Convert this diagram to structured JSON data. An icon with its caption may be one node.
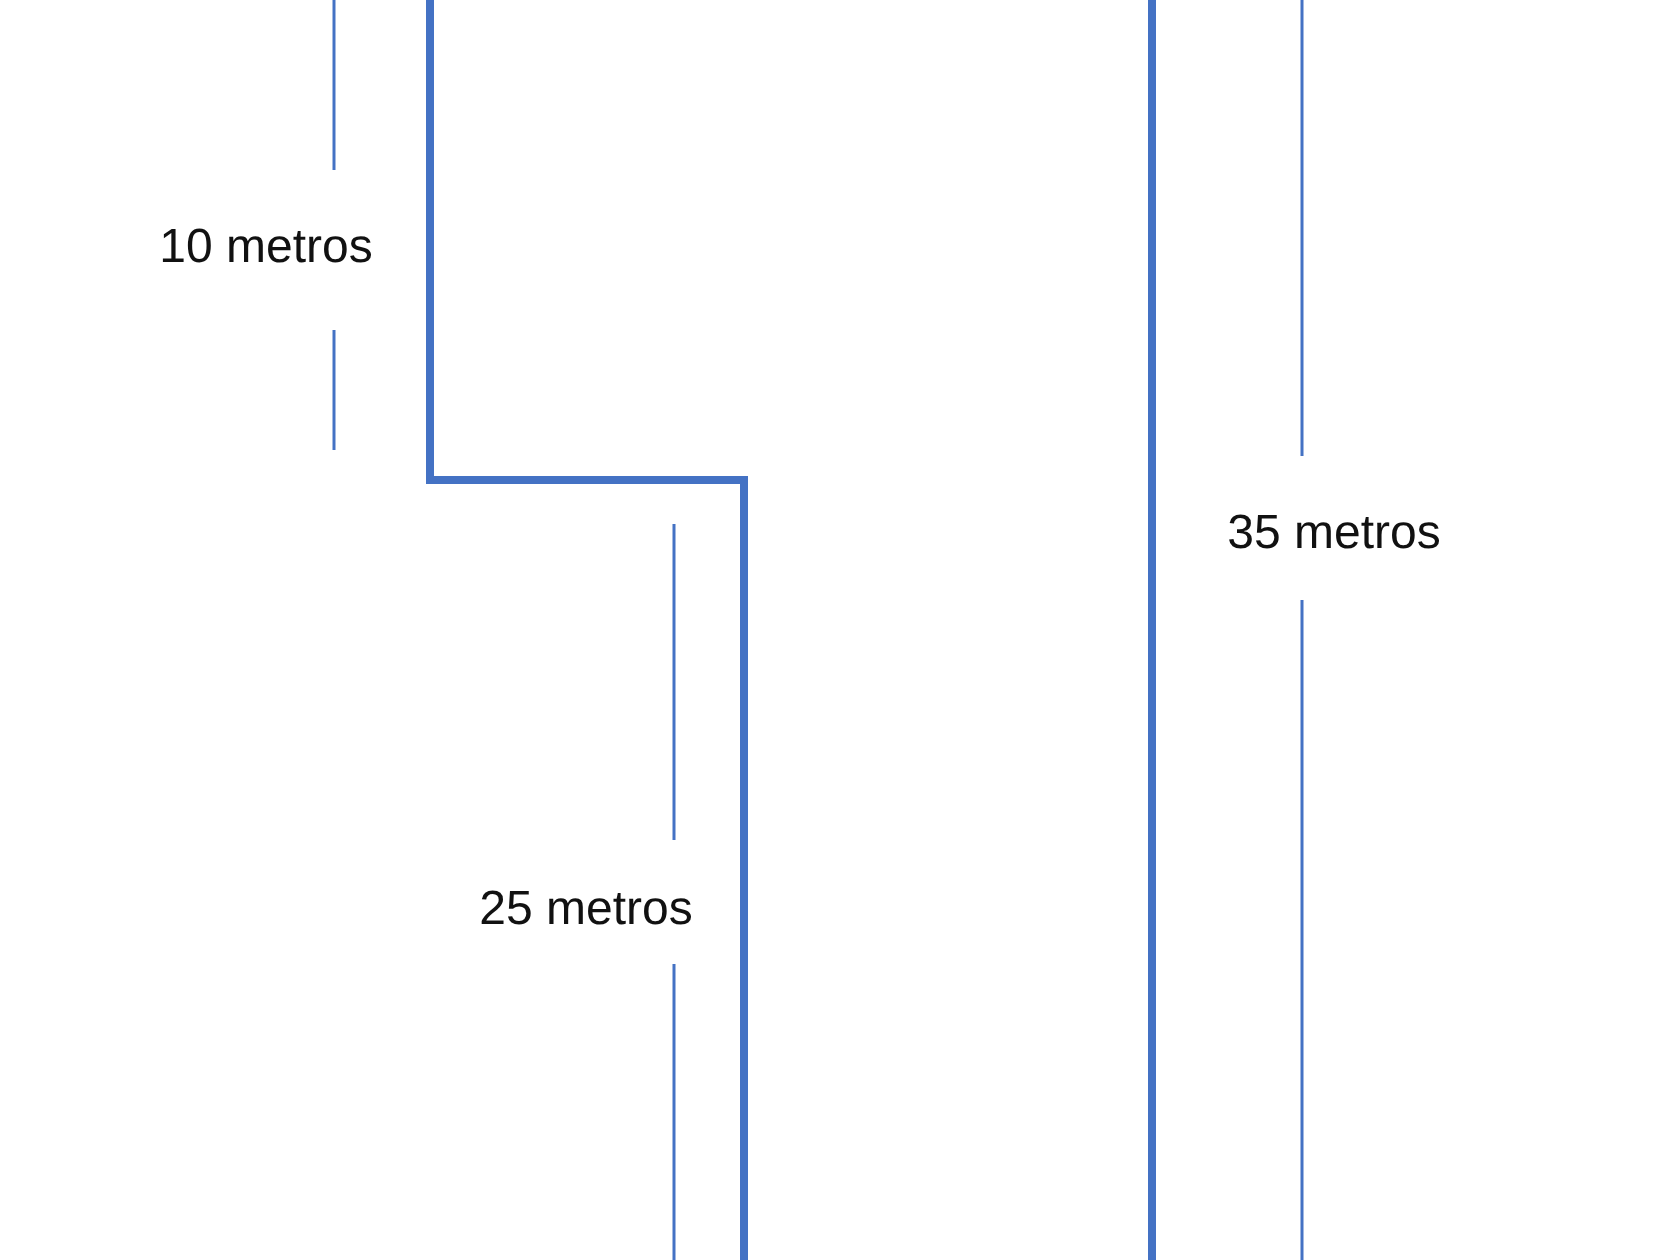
{
  "diagram": {
    "labels": [
      "10 metros",
      "25 metros",
      "35 metros"
    ]
  }
}
